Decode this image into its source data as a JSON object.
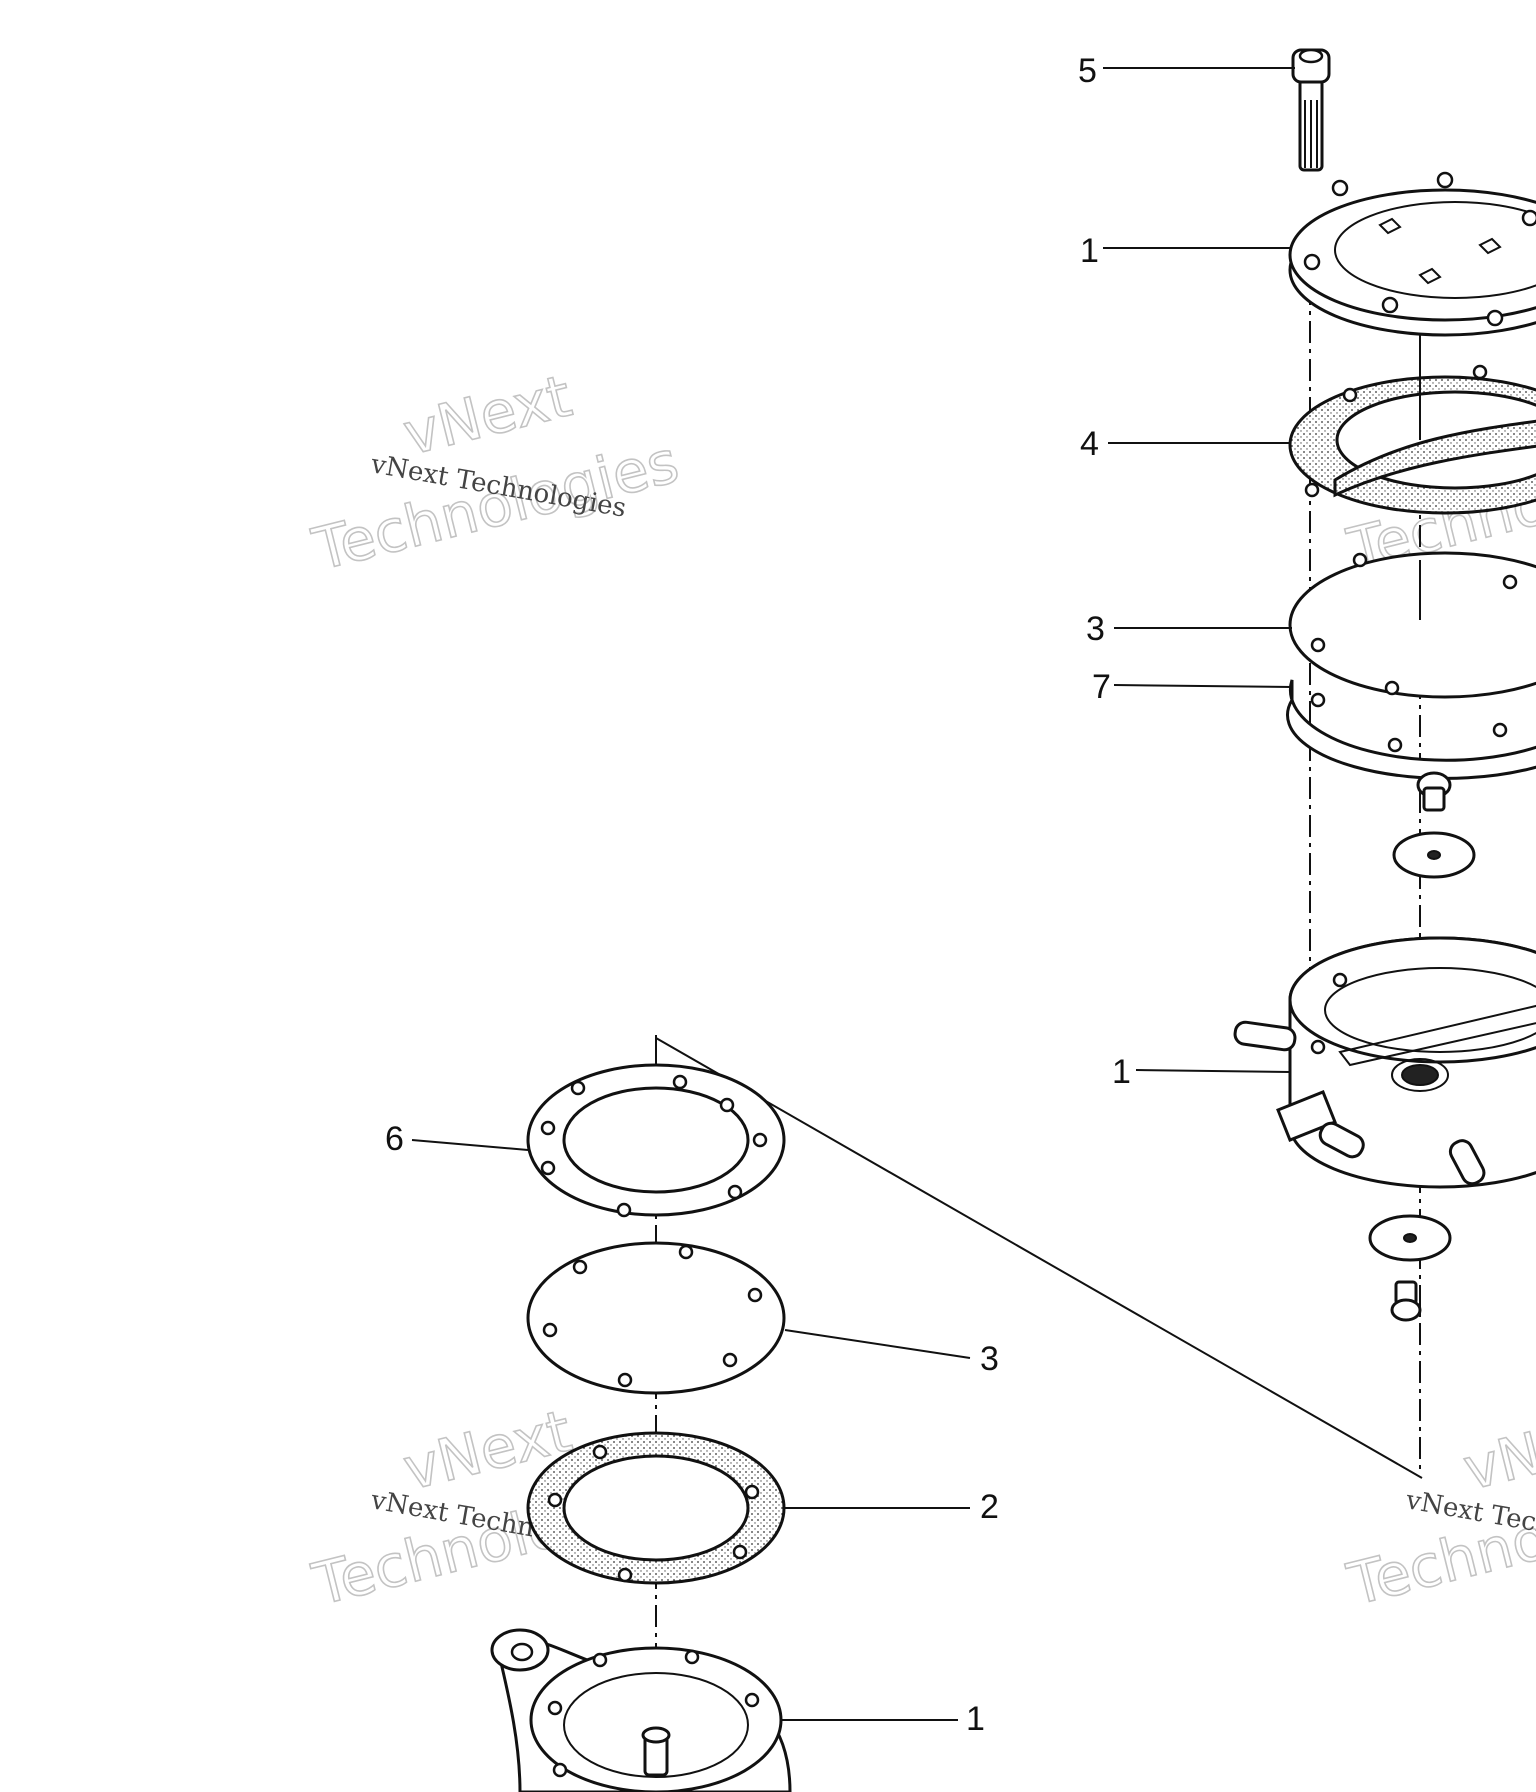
{
  "callouts": {
    "top_cover": "1",
    "bolt": "5",
    "gasket_top": "4",
    "diaphragm_top": "3",
    "gasket_7": "7",
    "pump_body": "1",
    "gasket_6": "6",
    "diaphragm_bottom": "3",
    "gasket_bottom": "2",
    "base_cover": "1"
  },
  "watermarks": {
    "outline_line1": "vNext",
    "outline_line2": "Technologies",
    "caption": "vNext Technologies"
  }
}
